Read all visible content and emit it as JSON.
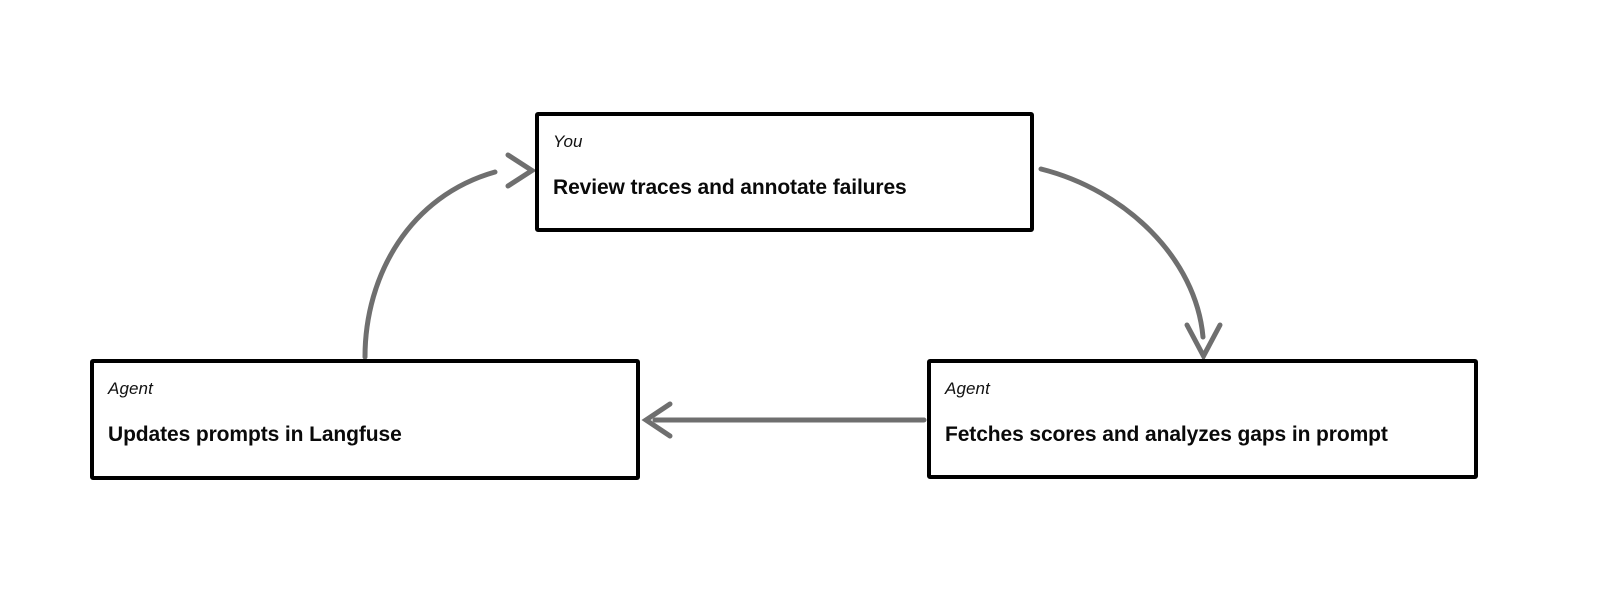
{
  "diagram": {
    "type": "cycle-flow",
    "background_color": "#ffffff",
    "node_border_color": "#000000",
    "edge_color": "#6f6f6f",
    "nodes": [
      {
        "id": "you-review",
        "role": "You",
        "title": "Review traces and annotate failures",
        "position": "top-center"
      },
      {
        "id": "agent-fetches",
        "role": "Agent",
        "title": "Fetches scores and analyzes gaps in prompt",
        "position": "bottom-right"
      },
      {
        "id": "agent-updates",
        "role": "Agent",
        "title": "Updates prompts in Langfuse",
        "position": "bottom-left"
      }
    ],
    "edges": [
      {
        "id": "you-to-fetches",
        "from": "you-review",
        "to": "agent-fetches",
        "style": "curved",
        "arrowhead": "open-v"
      },
      {
        "id": "fetches-to-updates",
        "from": "agent-fetches",
        "to": "agent-updates",
        "style": "straight",
        "arrowhead": "open-v"
      },
      {
        "id": "updates-to-you",
        "from": "agent-updates",
        "to": "you-review",
        "style": "curved",
        "arrowhead": "open-v"
      }
    ]
  }
}
